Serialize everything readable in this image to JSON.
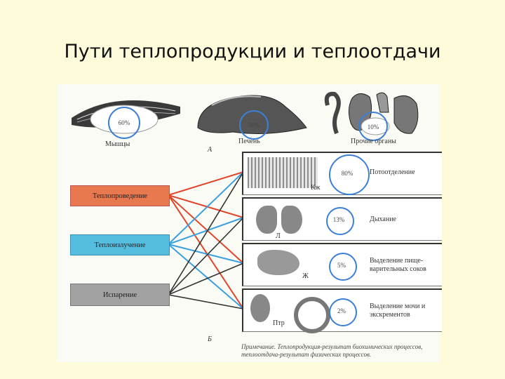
{
  "title": "Пути теплопродукции и теплоотдачи",
  "sources": [
    {
      "label": "Мышцы",
      "percent": "60%"
    },
    {
      "label": "Печень",
      "percent": "30%"
    },
    {
      "label": "Прочие органы",
      "percent": "10%"
    }
  ],
  "panel_letters": {
    "a": "А",
    "b": "Б"
  },
  "methods": [
    {
      "label": "Теплопроведение",
      "color": "#e8784e"
    },
    {
      "label": "Теплоизлучение",
      "color": "#54bde0"
    },
    {
      "label": "Испарение",
      "color": "#a2a2a2"
    }
  ],
  "paths": [
    {
      "percent": "80%",
      "label": "Потоотделение",
      "organ_letter": "Кж"
    },
    {
      "percent": "13%",
      "label": "Дыхание",
      "organ_letter": "Л"
    },
    {
      "percent": "5%",
      "label": "Выделение пище-варительных соков",
      "organ_letter": "Ж"
    },
    {
      "percent": "2%",
      "label": "Выделение мочи и экскрементов",
      "organ_letter": "Птр"
    }
  ],
  "note": "Примечание. Теплопродукция-результат биохимических процессов, теплоотдача-результат физических процессов.",
  "colors": {
    "circle": "#3b7fd6",
    "red_line": "#e0452a",
    "blue_line": "#3aa0e0",
    "dark_line": "#333333"
  }
}
